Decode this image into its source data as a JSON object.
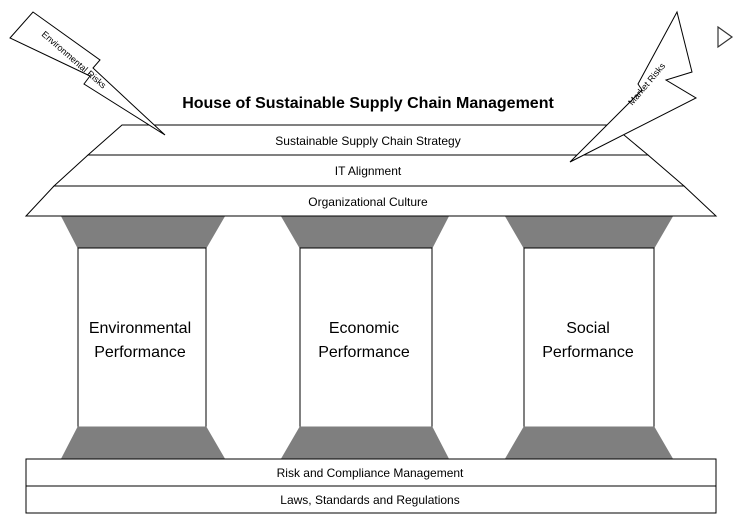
{
  "title": "House of Sustainable Supply Chain Management",
  "roof": {
    "layers": [
      "Sustainable Supply Chain Strategy",
      "IT Alignment",
      "Organizational Culture"
    ]
  },
  "pillars": [
    {
      "line1": "Environmental",
      "line2": "Performance"
    },
    {
      "line1": "Economic",
      "line2": "Performance"
    },
    {
      "line1": "Social",
      "line2": "Performance"
    }
  ],
  "foundation": {
    "layers": [
      "Risk and Compliance Management",
      "Laws, Standards and Regulations"
    ]
  },
  "risks": {
    "left": "Environmental Risks",
    "right": "Market Risks"
  },
  "colors": {
    "capital": "#7f7f7f",
    "stroke": "#000000",
    "fill": "#ffffff"
  }
}
